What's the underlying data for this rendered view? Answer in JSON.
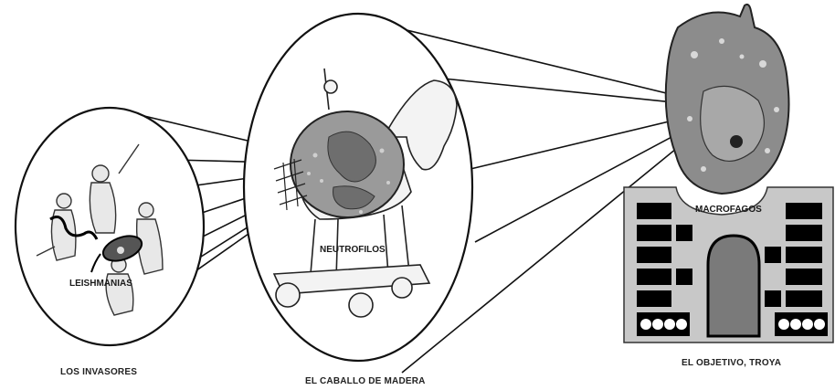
{
  "labels": {
    "parasites": "LEISHMANIAS",
    "neutrophils": "NEUTROFILOS",
    "macrophages": "MACROFAGOS"
  },
  "captions": {
    "invaders": "LOS INVASORES",
    "wooden_horse": "EL CABALLO DE MADERA",
    "target": "EL OBJETIVO, TROYA"
  },
  "colors": {
    "line": "#111111",
    "wall": "#c9c9c9",
    "brick": "#000000",
    "gate": "#7a7a7a",
    "cell": "#8c8c8c"
  }
}
